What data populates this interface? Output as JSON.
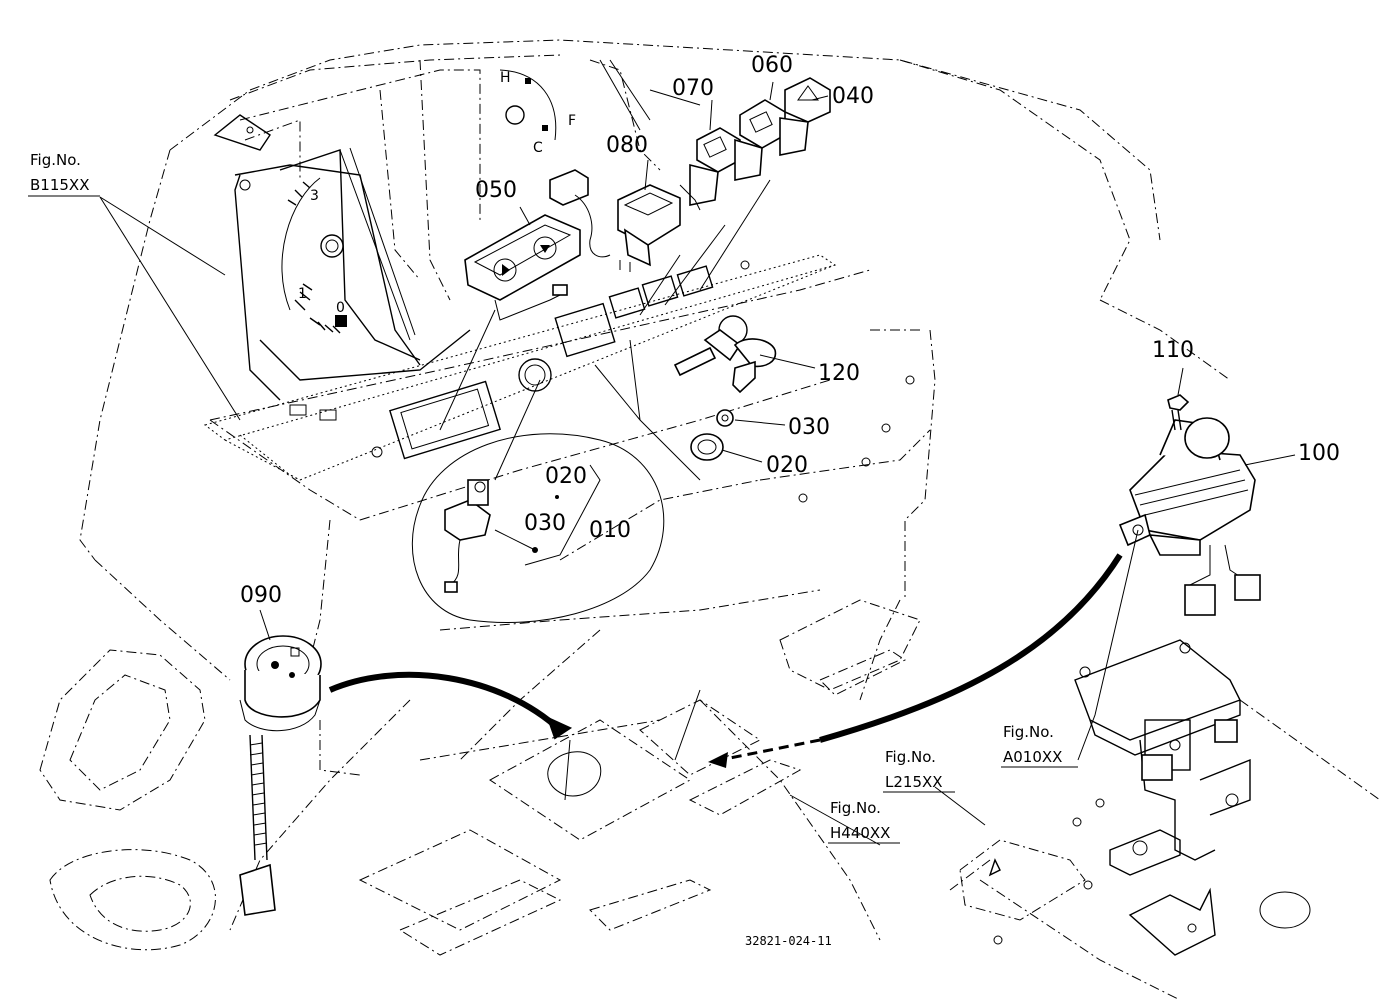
{
  "parts": {
    "p040": "040",
    "p060": "060",
    "p070": "070",
    "p080": "080",
    "p050": "050",
    "p120": "120",
    "p030a": "030",
    "p020a": "020",
    "p020b": "020",
    "p030b": "030",
    "p010": "010",
    "p110": "110",
    "p100": "100",
    "p090": "090"
  },
  "figrefs": {
    "b115": {
      "title": "Fig.No.",
      "code": "B115XX"
    },
    "a010": {
      "title": "Fig.No.",
      "code": "A010XX"
    },
    "l215": {
      "title": "Fig.No.",
      "code": "L215XX"
    },
    "h440": {
      "title": "Fig.No.",
      "code": "H440XX"
    }
  },
  "gauge": {
    "n3": "3",
    "n1": "1",
    "n0": "0",
    "h": "H",
    "f": "F",
    "c": "C"
  },
  "caption": "32821-024-11"
}
